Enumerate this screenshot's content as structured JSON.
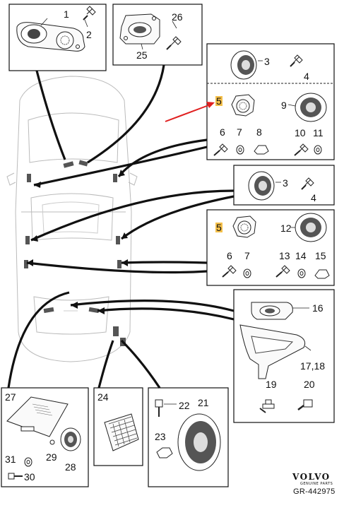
{
  "callouts": {
    "p1": "1",
    "p2": "2",
    "p26": "26",
    "p25": "25",
    "b1_3": "3",
    "b1_4": "4",
    "b1_5": "5",
    "b1_9": "9",
    "b1_6": "6",
    "b1_7": "7",
    "b1_8": "8",
    "b1_10": "10",
    "b1_11": "11",
    "b2_3": "3",
    "b2_4": "4",
    "b3_5": "5",
    "b3_12": "12",
    "b3_6": "6",
    "b3_7": "7",
    "b3_13": "13",
    "b3_14": "14",
    "b3_15": "15",
    "b4_16": "16",
    "b4_1718": "17,18",
    "b4_19": "19",
    "b4_20": "20",
    "b5_27": "27",
    "b5_29": "29",
    "b5_28": "28",
    "b5_31": "31",
    "b5_30": "30",
    "b6_24": "24",
    "b7_22": "22",
    "b7_21": "21",
    "b7_23": "23"
  },
  "brand": {
    "logo_text": "VOLVO",
    "subtext": "GENUINE PARTS"
  },
  "reference": "GR-442975",
  "colors": {
    "line": "#111111",
    "highlight": "#f5c04a",
    "arrow": "#e02020"
  }
}
